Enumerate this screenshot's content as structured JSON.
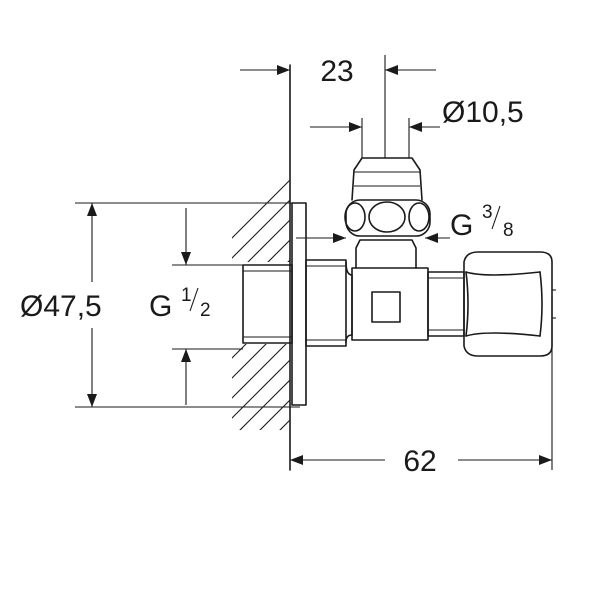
{
  "dimensions": {
    "width_top": "23",
    "outlet_diameter": "Ø10,5",
    "outlet_thread": "G",
    "outlet_thread_num": "3",
    "outlet_thread_den": "8",
    "flange_diameter": "Ø47,5",
    "inlet_thread": "G",
    "inlet_thread_num": "1",
    "inlet_thread_den": "2",
    "length": "62"
  }
}
